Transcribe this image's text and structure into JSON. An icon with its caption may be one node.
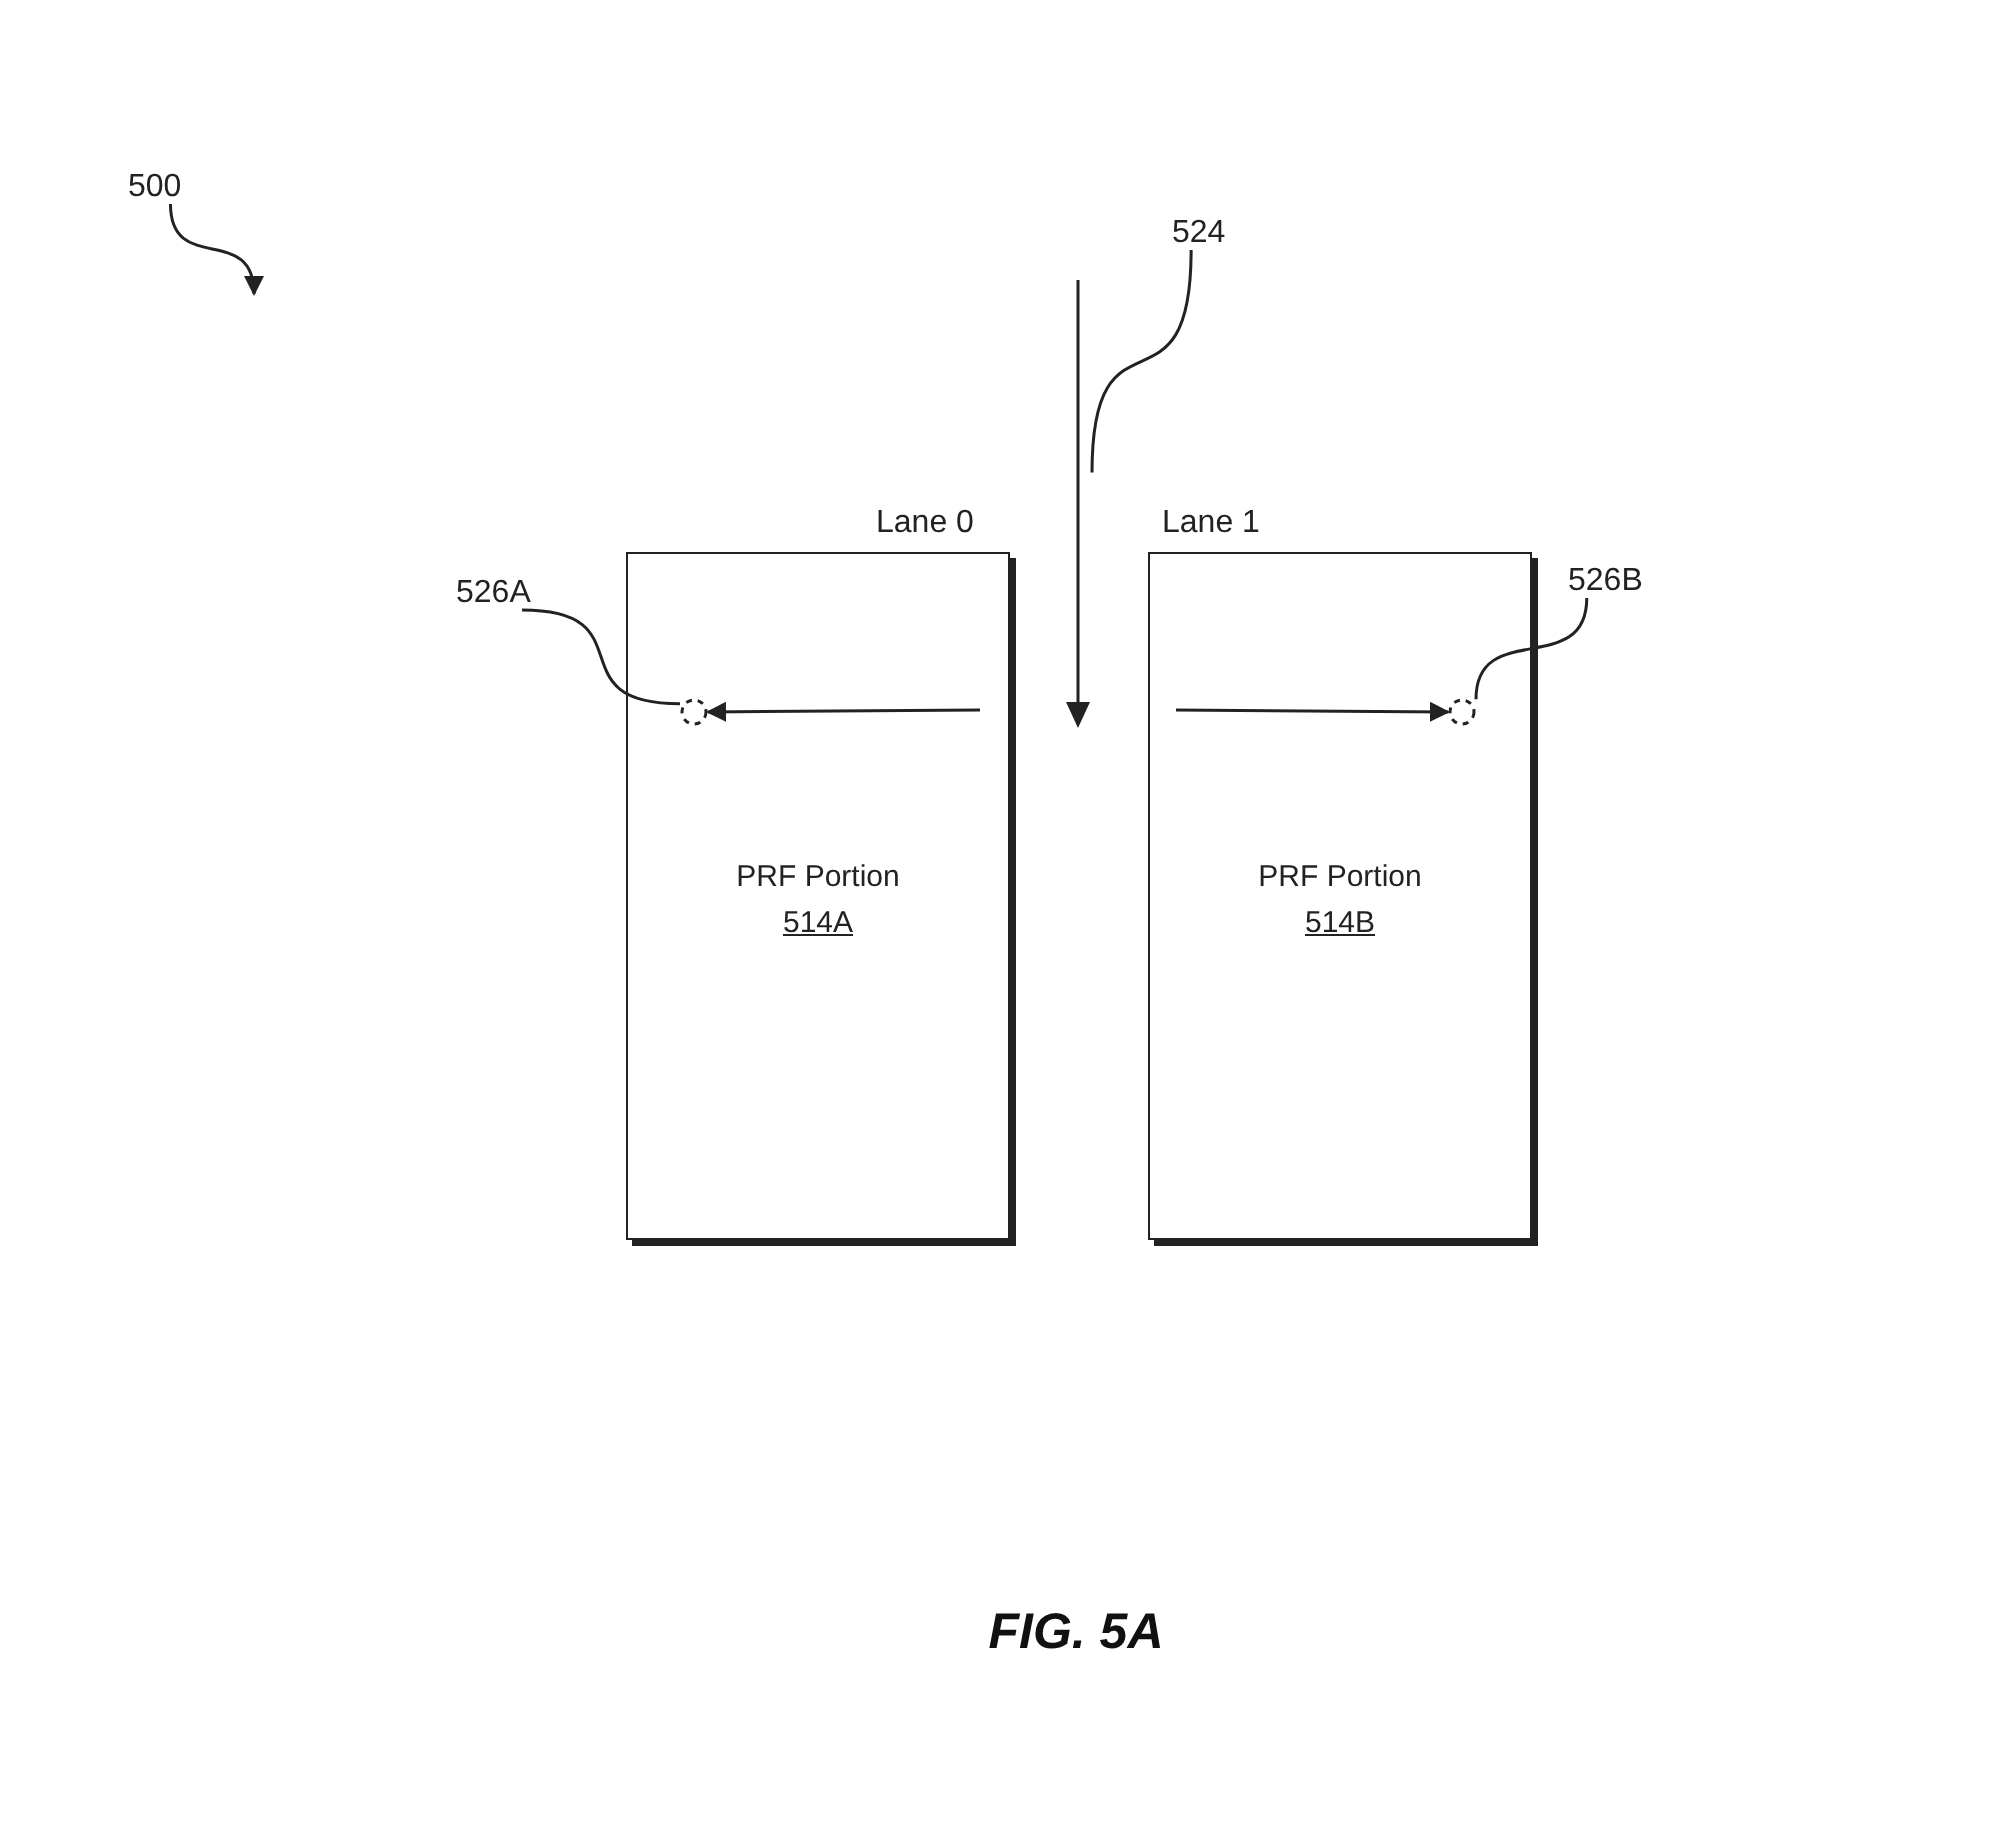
{
  "diagram": {
    "caption": "FIG. 5A",
    "nodes": [
      {
        "text": [
          "Lane 0",
          "PRF Portion",
          "514A"
        ]
      },
      {
        "text": [
          "Lane 1",
          "PRF Portion",
          "514B"
        ]
      },
      {
        "text": [
          "500"
        ]
      },
      {
        "text": [
          "524"
        ]
      },
      {
        "text": [],
        "shape": "arrow"
      },
      {
        "text": [
          "526A"
        ]
      },
      {
        "text": [],
        "shape": "circle",
        "in": 0
      },
      {
        "text": [
          "526B"
        ]
      },
      {
        "text": [],
        "shape": "circle",
        "in": 1
      }
    ],
    "edges": [
      {
        "from": 2,
        "to": null,
        "arrow": "to"
      },
      {
        "from": 3,
        "to": 4,
        "arrow": "none"
      },
      {
        "from": 5,
        "to": 6,
        "arrow": "none"
      },
      {
        "from": null,
        "to": 6,
        "arrow": "to"
      },
      {
        "from": 7,
        "to": 8,
        "arrow": "none"
      },
      {
        "from": null,
        "to": 8,
        "arrow": "to"
      }
    ]
  }
}
